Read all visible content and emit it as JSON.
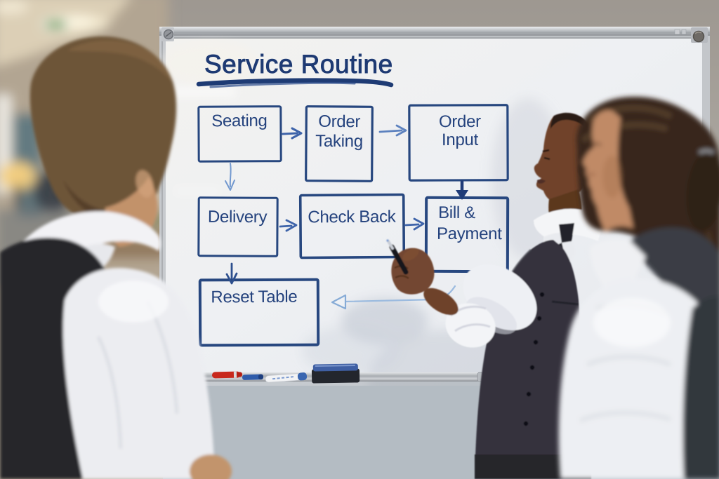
{
  "whiteboard": {
    "title": "Service Routine",
    "nodes": {
      "seating": {
        "label": "Seating"
      },
      "order_taking": {
        "line1": "Order",
        "line2": "Taking"
      },
      "order_input": {
        "line1": "Order",
        "line2": "Input"
      },
      "delivery": {
        "label": "Delivery"
      },
      "check_back": {
        "label": "Check Back"
      },
      "bill_payment": {
        "line1": "Bill &",
        "line2": "Payment"
      },
      "reset_table": {
        "label": "Reset Table"
      }
    },
    "edges": [
      {
        "from": "seating",
        "to": "order_taking"
      },
      {
        "from": "order_taking",
        "to": "order_input"
      },
      {
        "from": "order_input",
        "to": "bill_payment"
      },
      {
        "from": "seating",
        "to": "delivery"
      },
      {
        "from": "delivery",
        "to": "check_back"
      },
      {
        "from": "check_back",
        "to": "bill_payment"
      },
      {
        "from": "delivery",
        "to": "reset_table"
      },
      {
        "from": "bill_payment",
        "to": "reset_table"
      }
    ],
    "colors": {
      "ink": "#24427d",
      "ink_bold": "#1f3c78",
      "ink_light": "#9cbbdf",
      "board": "#eef0f3"
    }
  }
}
